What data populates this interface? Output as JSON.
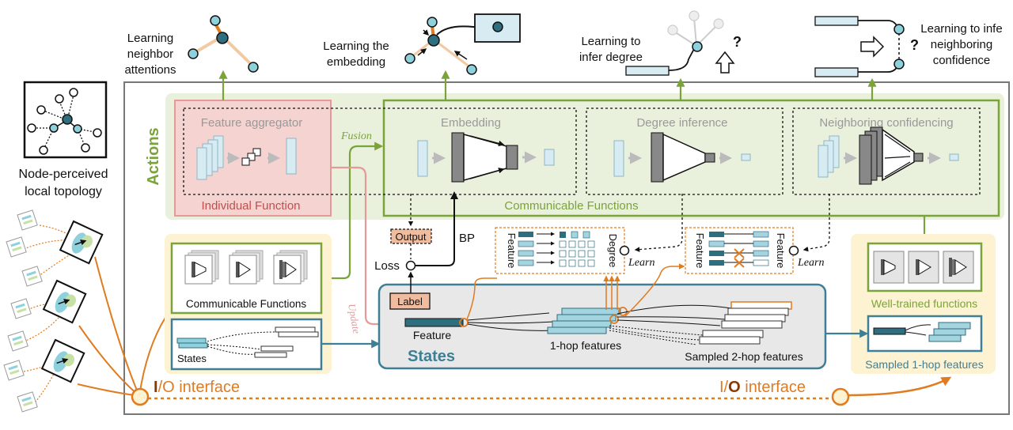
{
  "top_labels": {
    "attn": [
      "Learning",
      "neighbor",
      "attentions"
    ],
    "embed": [
      "Learning the",
      "embedding"
    ],
    "degree": [
      "Learning to",
      "infer degree"
    ],
    "conf": [
      "Learning to infe",
      "neighboring",
      "confidence"
    ]
  },
  "left": {
    "caption": [
      "Node-perceived",
      "local topology"
    ]
  },
  "actions": {
    "title": "Actions",
    "individual_function": "Individual Function",
    "communicable_functions": "Communicable Functions",
    "feature_aggregator": "Feature aggregator",
    "embedding": "Embedding",
    "degree_inference": "Degree inference",
    "neighboring_confidencing": "Neighboring confidencing",
    "fusion": "Fusion",
    "update": "Update"
  },
  "middle": {
    "output": "Output",
    "loss": "Loss",
    "bp": "BP",
    "label": "Label",
    "feature_vert": "Feature",
    "degree_vert": "Degree",
    "learn": "Learn"
  },
  "states": {
    "title": "States",
    "feature": "Feature",
    "hop1": "1-hop features",
    "hop2": "Sampled 2-hop features"
  },
  "left_panel": {
    "comm": "Communicable Functions",
    "states": "States"
  },
  "right_panel": {
    "well_trained": "Well-trained functions",
    "sampled_1hop": "Sampled 1-hop features"
  },
  "io": {
    "left_bold": "I",
    "left_rest": "/O interface",
    "right_start": "I/",
    "right_bold": "O",
    "right_rest": " interface"
  },
  "colors": {
    "green": "#7aa33a",
    "orange": "#e07b20",
    "teal": "#3e7f95",
    "pink": "#e59a9a"
  }
}
